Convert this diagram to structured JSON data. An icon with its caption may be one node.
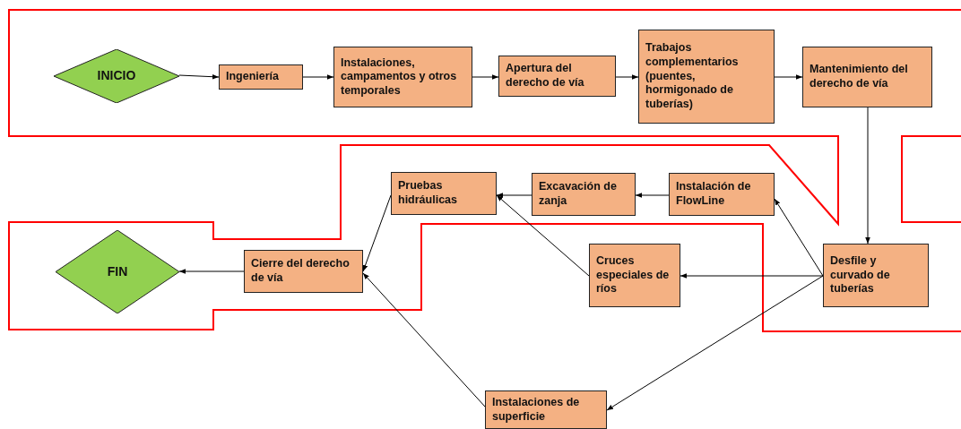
{
  "diagram": {
    "nodes": [
      {
        "text": [
          "INICIO"
        ]
      },
      {
        "text": [
          "Ingeniería"
        ]
      },
      {
        "text": [
          "Instalaciones, campamentos y otros temporales"
        ]
      },
      {
        "text": [
          "Apertura del derecho de vía"
        ]
      },
      {
        "text": [
          "Trabajos complementarios (puentes, hormigonado de tuberías)"
        ]
      },
      {
        "text": [
          "Mantenimiento del derecho de vía"
        ]
      },
      {
        "text": [
          "Pruebas hidráulicas"
        ]
      },
      {
        "text": [
          "Excavación de zanja"
        ]
      },
      {
        "text": [
          "Instalación de FlowLine"
        ]
      },
      {
        "text": [
          "FIN"
        ]
      },
      {
        "text": [
          "Cierre del derecho de vía"
        ]
      },
      {
        "text": [
          "Cruces especiales de ríos"
        ]
      },
      {
        "text": [
          "Desfile y curvado de tuberías"
        ]
      },
      {
        "text": [
          "Instalaciones de superficie"
        ]
      }
    ],
    "edges": [
      {
        "from": 0,
        "to": 1,
        "arrow": "to"
      },
      {
        "from": 1,
        "to": 2,
        "arrow": "to"
      },
      {
        "from": 2,
        "to": 3,
        "arrow": "to"
      },
      {
        "from": 3,
        "to": 4,
        "arrow": "to"
      },
      {
        "from": 4,
        "to": 5,
        "arrow": "to"
      },
      {
        "from": 5,
        "to": 12,
        "arrow": "to"
      },
      {
        "from": 12,
        "to": 8,
        "arrow": "to"
      },
      {
        "from": 8,
        "to": 7,
        "arrow": "to"
      },
      {
        "from": 7,
        "to": 6,
        "arrow": "to"
      },
      {
        "from": 6,
        "to": 10,
        "arrow": "to"
      },
      {
        "from": 10,
        "to": 9,
        "arrow": "to"
      },
      {
        "from": 12,
        "to": 11,
        "arrow": "to"
      },
      {
        "from": 11,
        "to": 6,
        "arrow": "to"
      },
      {
        "from": 12,
        "to": 13,
        "arrow": "to"
      },
      {
        "from": 13,
        "to": 10,
        "arrow": "to"
      }
    ]
  }
}
